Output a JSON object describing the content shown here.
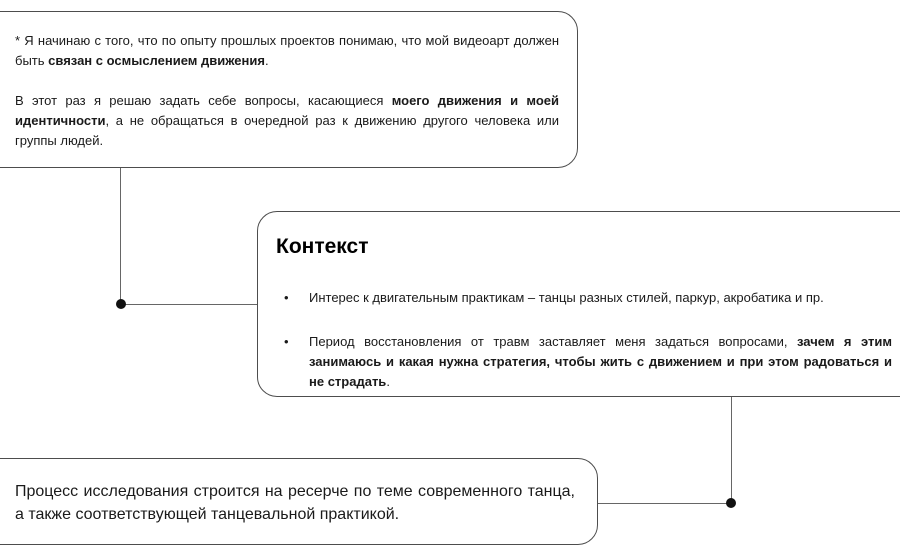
{
  "colors": {
    "background": "#ffffff",
    "node_border": "#4d4d4d",
    "connector_line": "#666666",
    "connector_dot": "#111111",
    "text": "#1a1a1a"
  },
  "bullet_glyph": "•",
  "nodes": {
    "intro": {
      "paragraphs": {
        "0": [
          {
            "text": "* Я начинаю с того, что по опыту прошлых проектов понимаю, что мой видеоарт должен быть ",
            "bold": false
          },
          {
            "text": "связан с осмыслением движения",
            "bold": true
          },
          {
            "text": ".",
            "bold": false
          }
        ],
        "1": [
          {
            "text": "В этот раз я решаю задать себе вопросы, касающиеся ",
            "bold": false
          },
          {
            "text": "моего движения и моей идентичности",
            "bold": true
          },
          {
            "text": ", а не обращаться в очередной раз к движению другого человека или группы людей.",
            "bold": false
          }
        ]
      }
    },
    "context": {
      "title": "Контекст",
      "bullets": {
        "0": [
          {
            "text": "Интерес к двигательным практикам – танцы разных стилей, паркур, акробатика и пр.",
            "bold": false
          }
        ],
        "1": [
          {
            "text": "Период восстановления от травм заставляет меня задаться вопросами, ",
            "bold": false
          },
          {
            "text": "зачем я этим занимаюсь и какая нужна стратегия, чтобы жить с движением и при этом радоваться и не страдать",
            "bold": true
          },
          {
            "text": ".",
            "bold": false
          }
        ]
      }
    },
    "process": {
      "paragraphs": {
        "0": [
          {
            "text": "Процесс исследования строится на ресерче по теме современного танца, а также соответствующей танцевальной практикой.",
            "bold": false
          }
        ]
      }
    }
  }
}
